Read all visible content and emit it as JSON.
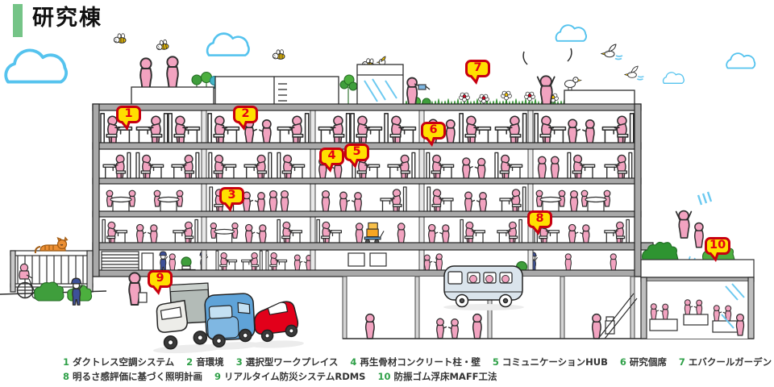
{
  "title": "研究棟",
  "colors": {
    "accent_green": "#75C487",
    "legend_number_green": "#2FA048",
    "marker_fill": "#FFE000",
    "marker_border": "#C80010",
    "marker_text": "#E60012",
    "character_pink": "#F2A3C0"
  },
  "markers": [
    {
      "num": "1"
    },
    {
      "num": "2"
    },
    {
      "num": "3"
    },
    {
      "num": "4"
    },
    {
      "num": "5"
    },
    {
      "num": "6"
    },
    {
      "num": "7"
    },
    {
      "num": "8"
    },
    {
      "num": "9"
    },
    {
      "num": "10"
    }
  ],
  "legend": {
    "items": [
      {
        "num": "1",
        "label": "ダクトレス空調システム"
      },
      {
        "num": "2",
        "label": "音環境"
      },
      {
        "num": "3",
        "label": "選択型ワークプレイス"
      },
      {
        "num": "4",
        "label": "再生骨材コンクリート柱・壁"
      },
      {
        "num": "5",
        "label": "コミュニケーションHUB"
      },
      {
        "num": "6",
        "label": "研究個席"
      },
      {
        "num": "7",
        "label": "エバクールガーデン"
      },
      {
        "num": "8",
        "label": "明るさ感評価に基づく照明計画"
      },
      {
        "num": "9",
        "label": "リアルタイム防災システムRDMS"
      },
      {
        "num": "10",
        "label": "防振ゴム浮床MAFF工法"
      }
    ]
  }
}
